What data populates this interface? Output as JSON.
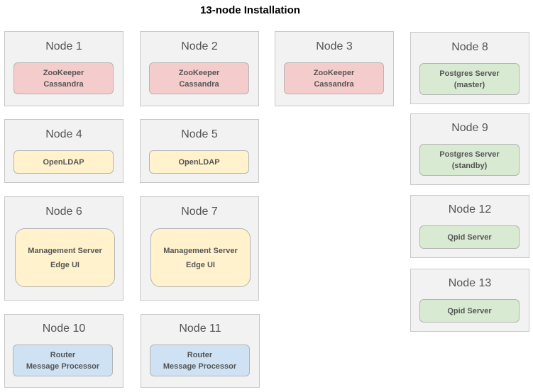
{
  "title": "13-node Installation",
  "colors": {
    "red": "#f5cccc",
    "yellow": "#fff2cc",
    "green": "#d9ead3",
    "blue": "#cfe2f3",
    "node_bg": "#f2f2f2"
  },
  "nodes": [
    {
      "name": "Node 1",
      "components": [
        "ZooKeeper",
        "Cassandra"
      ]
    },
    {
      "name": "Node 2",
      "components": [
        "ZooKeeper",
        "Cassandra"
      ]
    },
    {
      "name": "Node 3",
      "components": [
        "ZooKeeper",
        "Cassandra"
      ]
    },
    {
      "name": "Node 8",
      "components": [
        "Postgres Server",
        "(master)"
      ]
    },
    {
      "name": "Node 4",
      "components": [
        "OpenLDAP"
      ]
    },
    {
      "name": "Node 5",
      "components": [
        "OpenLDAP"
      ]
    },
    {
      "name": "Node 9",
      "components": [
        "Postgres Server",
        "(standby)"
      ]
    },
    {
      "name": "Node 6",
      "components": [
        "Management Server",
        "Edge UI"
      ]
    },
    {
      "name": "Node 7",
      "components": [
        "Management Server",
        "Edge UI"
      ]
    },
    {
      "name": "Node 12",
      "components": [
        "Qpid Server"
      ]
    },
    {
      "name": "Node 10",
      "components": [
        "Router",
        "Message Processor"
      ]
    },
    {
      "name": "Node 11",
      "components": [
        "Router",
        "Message Processor"
      ]
    },
    {
      "name": "Node 13",
      "components": [
        "Qpid Server"
      ]
    }
  ]
}
